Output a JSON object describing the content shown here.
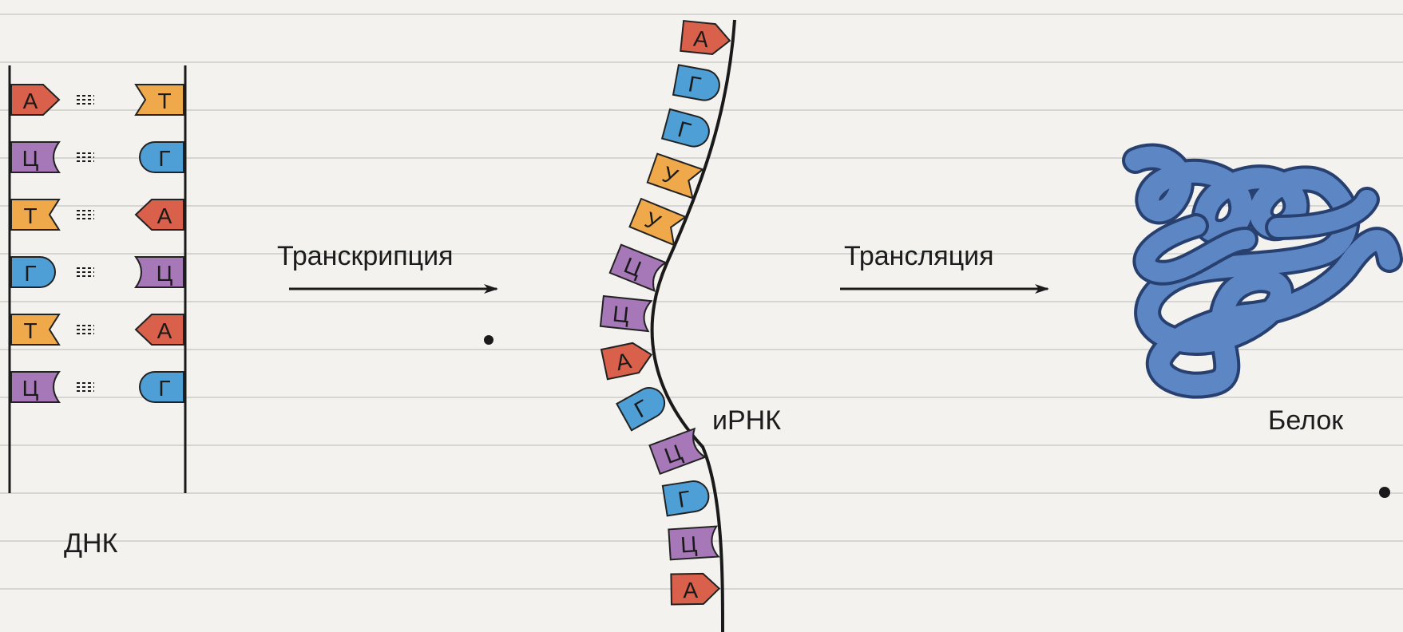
{
  "labels": {
    "transcription": "Транскрипция",
    "translation": "Трансляция",
    "dna": "ДНК",
    "mrna": "иРНК",
    "protein": "Белок"
  },
  "dna_pairs": [
    {
      "left": "А",
      "right": "Т"
    },
    {
      "left": "Ц",
      "right": "Г"
    },
    {
      "left": "Т",
      "right": "А"
    },
    {
      "left": "Г",
      "right": "Ц"
    },
    {
      "left": "Т",
      "right": "А"
    },
    {
      "left": "Ц",
      "right": "Г"
    }
  ],
  "mrna_bases": [
    "А",
    "Г",
    "Г",
    "У",
    "У",
    "Ц",
    "Ц",
    "А",
    "Г",
    "Ц",
    "Г",
    "Ц",
    "А"
  ],
  "colors": {
    "А": "#d9604a",
    "Т": "#f0a94a",
    "У": "#f0a94a",
    "Ц": "#a678b8",
    "Г": "#4e9fd6",
    "protein": "#5d86c4",
    "protein_dark": "#27406f",
    "line": "#1a1a1a",
    "bg": "#f3f2ee"
  }
}
